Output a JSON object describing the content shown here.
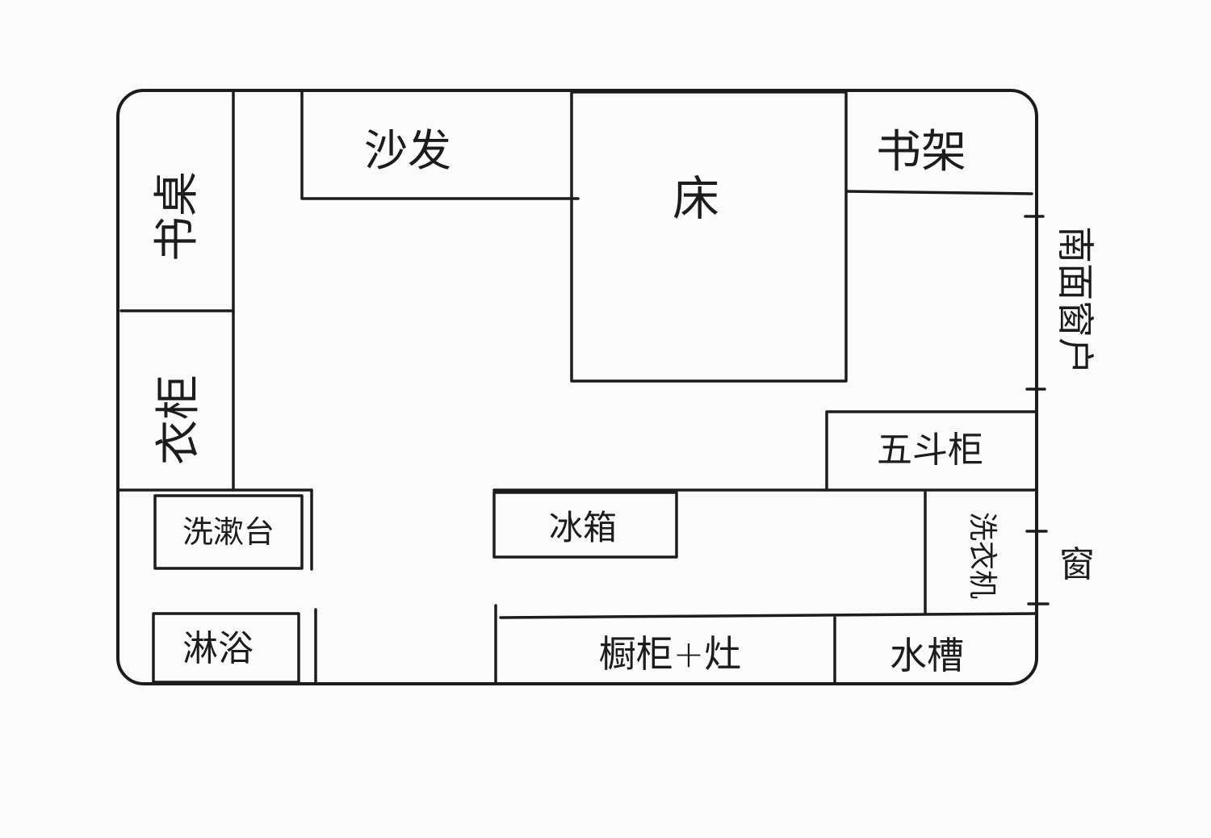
{
  "floorplan": {
    "labels": {
      "sofa": "沙发",
      "bed": "床",
      "bookshelf": "书架",
      "desk": "书桌",
      "wardrobe": "衣柜",
      "south_window": "南面窗户",
      "chest": "五斗柜",
      "fridge": "冰箱",
      "washbasin": "洗漱台",
      "shower": "淋浴",
      "cabinet_stove": "橱柜+灶",
      "washing_machine": "洗衣机",
      "sink": "水槽",
      "window": "窗"
    }
  }
}
